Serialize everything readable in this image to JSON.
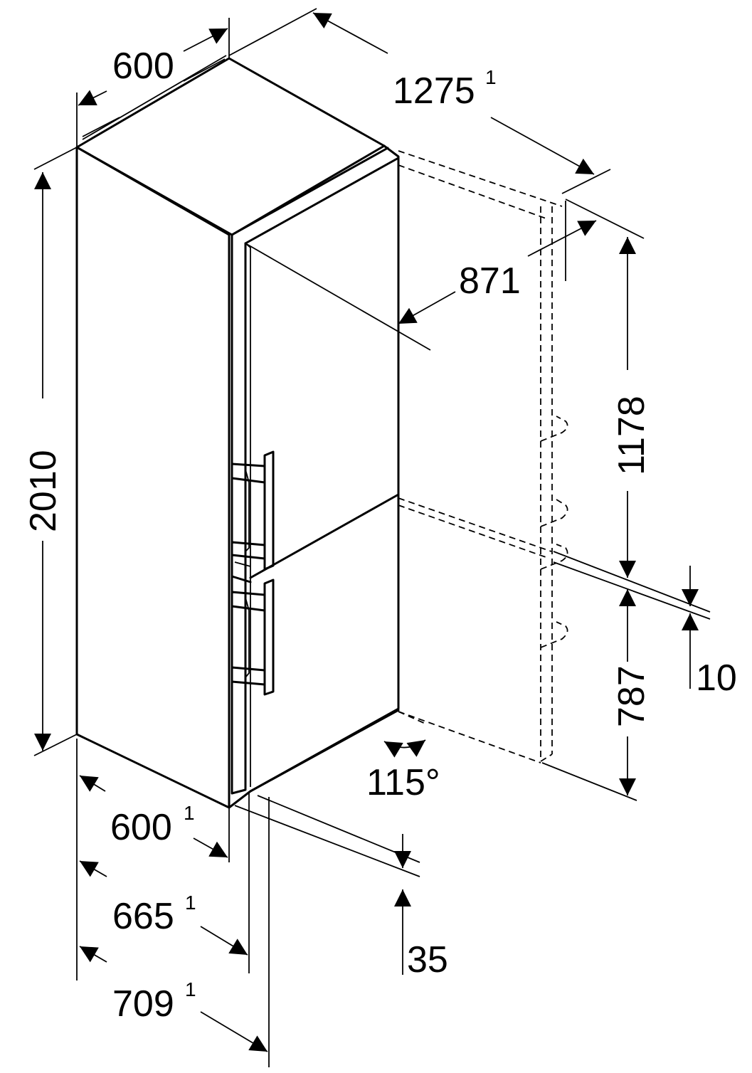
{
  "dimensions": {
    "width_top": "600",
    "depth_open": "1275",
    "depth_open_note": "1",
    "door_opening": "871",
    "height": "2010",
    "upper_section": "1178",
    "lower_section": "787",
    "door_gap": "10",
    "door_angle": "115°",
    "depth_body": "600",
    "depth_body_note": "1",
    "depth_doors": "665",
    "depth_doors_note": "1",
    "depth_handles": "709",
    "depth_handles_note": "1",
    "wall_offset": "35"
  }
}
